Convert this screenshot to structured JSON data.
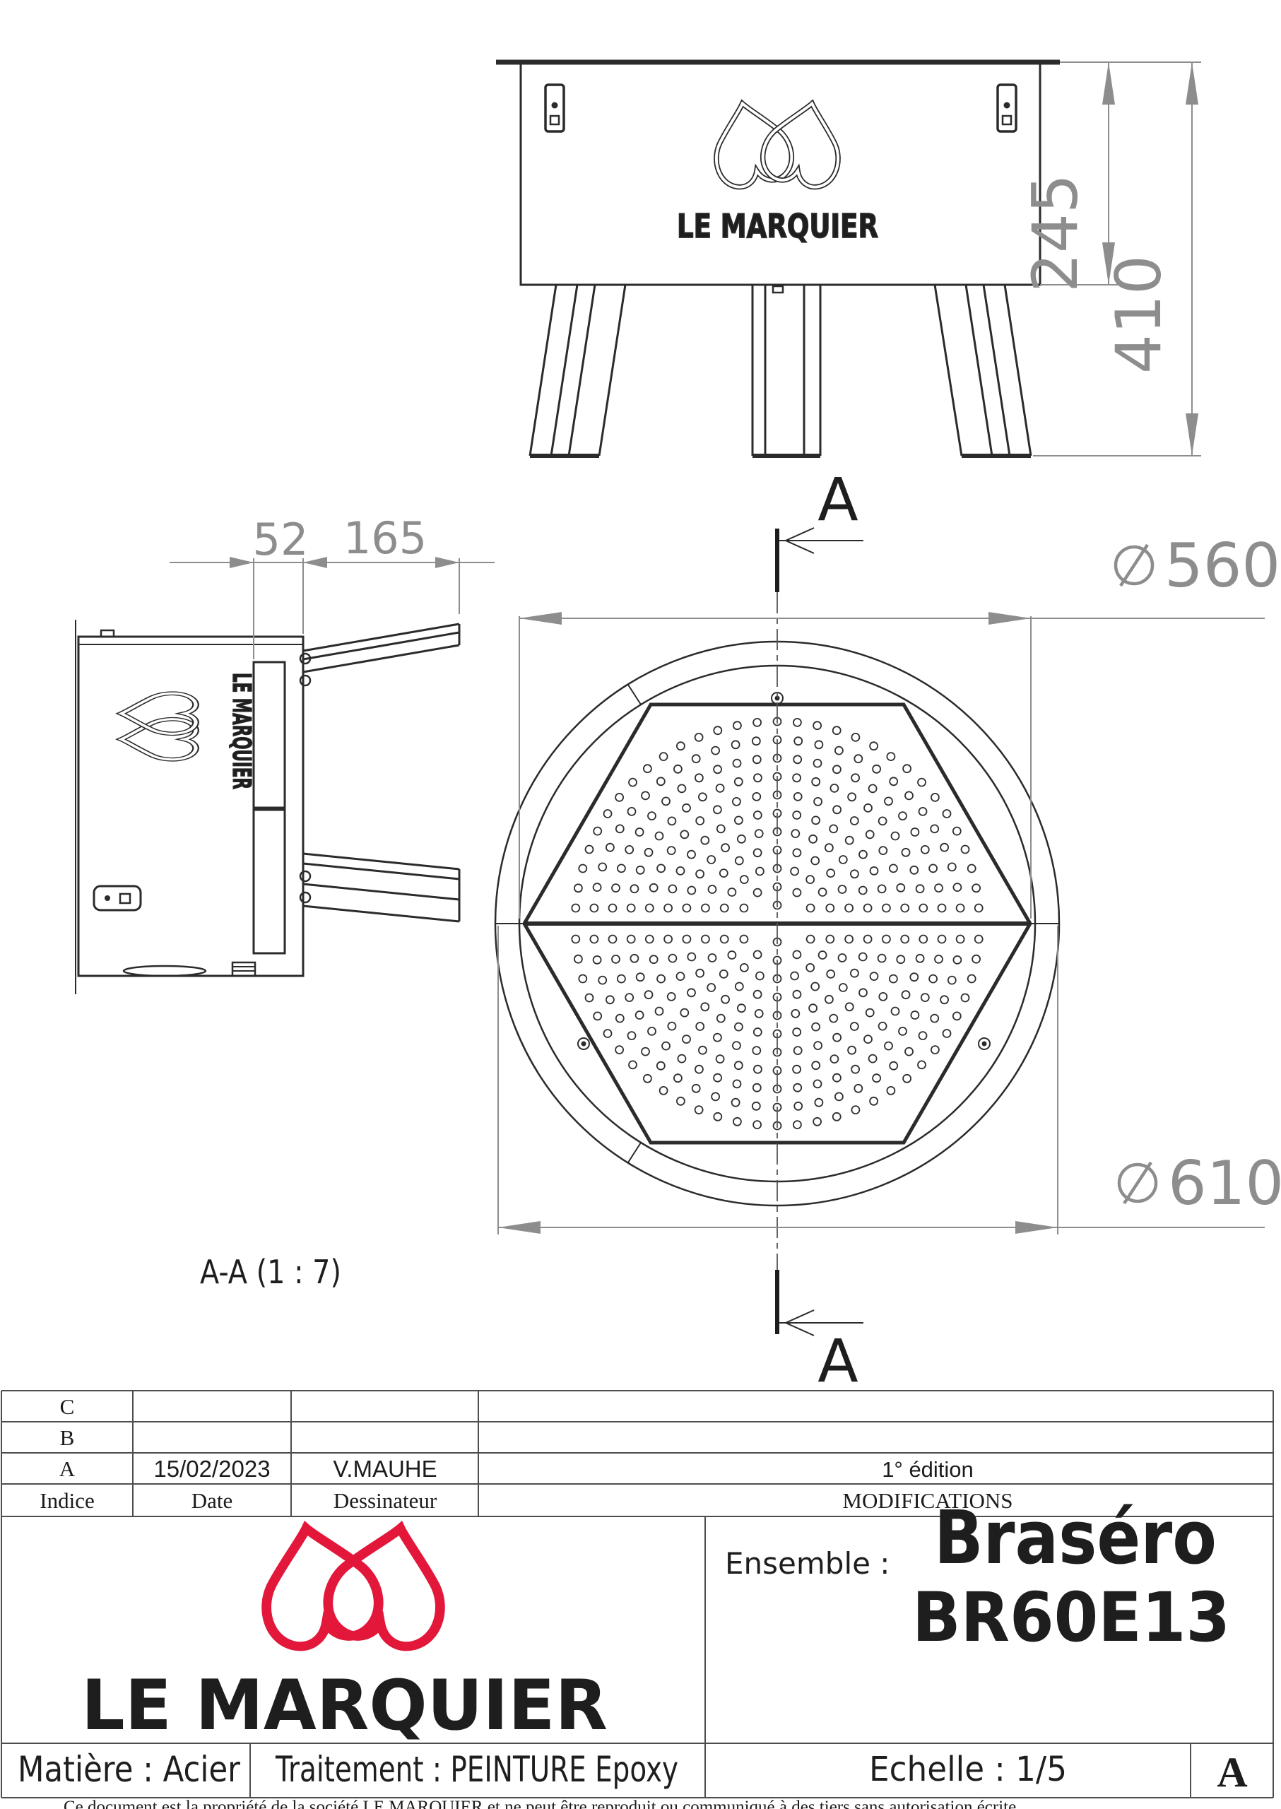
{
  "drawing": {
    "front_view": {
      "dim_bowl_height": "245",
      "dim_total_height": "410"
    },
    "side_view": {
      "dim_plate_offset": "52",
      "dim_leg_length": "165",
      "section_label": "A-A (1 : 7)"
    },
    "top_view": {
      "dim_inner_diameter": "560",
      "dim_outer_diameter": "610",
      "section_letter_top": "A",
      "section_letter_bottom": "A"
    },
    "logo": {
      "icon": "le-marquier-hearts-logo",
      "text": "LE MARQUIER",
      "brand_color": "#e2173a"
    }
  },
  "title_block": {
    "revision_table": {
      "rows": [
        {
          "indice": "C",
          "date": "",
          "dessinateur": "",
          "modifications": ""
        },
        {
          "indice": "B",
          "date": "",
          "date2": "",
          "dessinateur": "",
          "modifications": ""
        },
        {
          "indice": "A",
          "date": "15/02/2023",
          "dessinateur": "V.MAUHE",
          "modifications": "1° édition"
        }
      ],
      "headers": {
        "indice": "Indice",
        "date": "Date",
        "dessinateur": "Dessinateur",
        "modifications": "MODIFICATIONS"
      }
    },
    "ensemble_label": "Ensemble :",
    "product_name_line1": "Braséro",
    "product_name_line2": "BR60E13",
    "matiere": "Matière : Acier",
    "traitement": "Traitement : PEINTURE Epoxy",
    "echelle": "Echelle : 1/5",
    "current_indice": "A"
  },
  "footer_note": "Ce document est la propriété de la société LE MARQUIER et ne peut être reproduit ou communiqué à des tiers sans autorisation écrite."
}
